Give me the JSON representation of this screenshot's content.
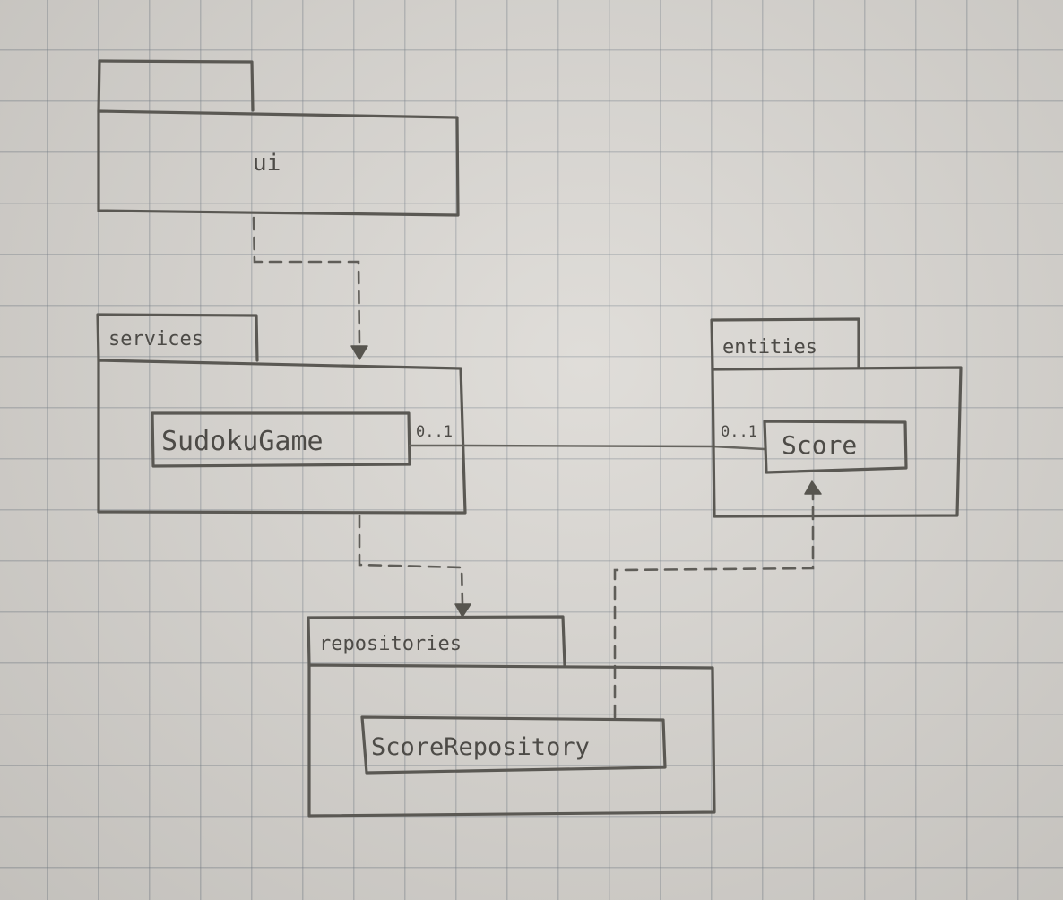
{
  "packages": {
    "ui": {
      "label": "ui"
    },
    "services": {
      "label": "services",
      "class_label": "SudokuGame"
    },
    "entities": {
      "label": "entities",
      "class_label": "Score"
    },
    "repositories": {
      "label": "repositories",
      "class_label": "ScoreRepository"
    }
  },
  "association": {
    "source_multiplicity": "0..1",
    "target_multiplicity": "0..1"
  },
  "colors": {
    "paper": "#d9d6d1",
    "grid": "#6e7882",
    "pencil": "#5a5853"
  }
}
